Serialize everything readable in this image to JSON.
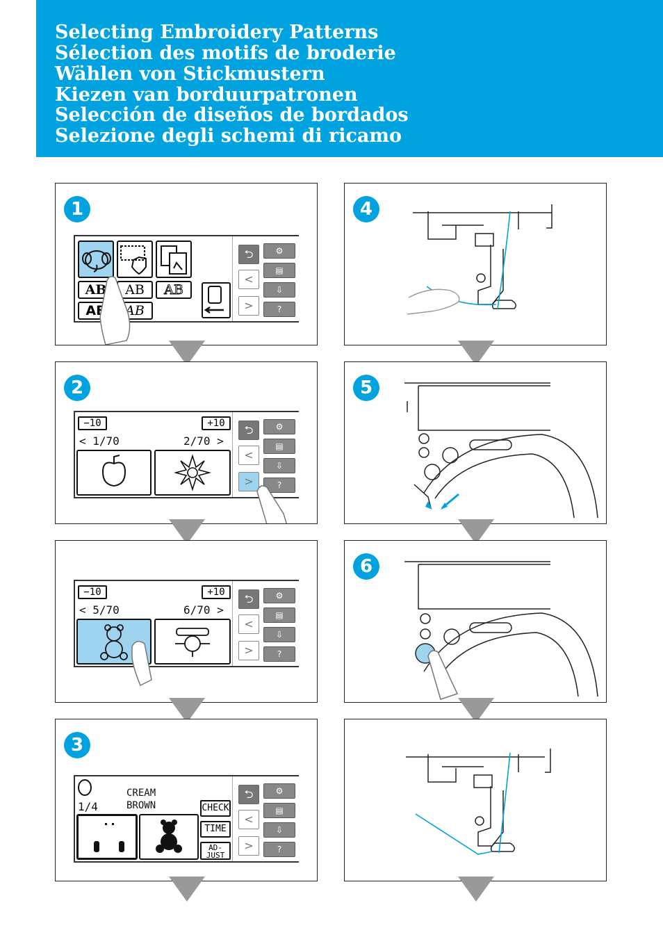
{
  "titles": [
    "Selecting Embroidery Patterns",
    "Sélection des motifs de broderie",
    "Wählen von Stickmustern",
    "Kiezen van borduurpatronen",
    "Selección de diseños de bordados",
    "Selezione degli schemi di ricamo"
  ],
  "steps": {
    "s1": "1",
    "s2": "2",
    "s3": "3",
    "s4": "4",
    "s5": "5",
    "s6": "6"
  },
  "colors": {
    "accent": "#00a3e0",
    "highlight": "#9fd4f0",
    "arrow": "#999999"
  },
  "screen1": {
    "letters": [
      "AB",
      "AB",
      "AB",
      "AB",
      "AB"
    ]
  },
  "screen2": {
    "minus": "−10",
    "plus": "+10",
    "page_left": "< 1/70",
    "page_right": "2/70 >"
  },
  "screen2b": {
    "minus": "−10",
    "plus": "+10",
    "page_left": "< 5/70",
    "page_right": "6/70 >"
  },
  "screen3": {
    "count": "1/4",
    "color1": "CREAM",
    "color2": "BROWN",
    "check": "CHECK",
    "time": "TIME",
    "adjust1": "AD-",
    "adjust2": "JUST"
  },
  "side_buttons": {
    "back": "⮌",
    "prev": "<",
    "next": ">"
  }
}
